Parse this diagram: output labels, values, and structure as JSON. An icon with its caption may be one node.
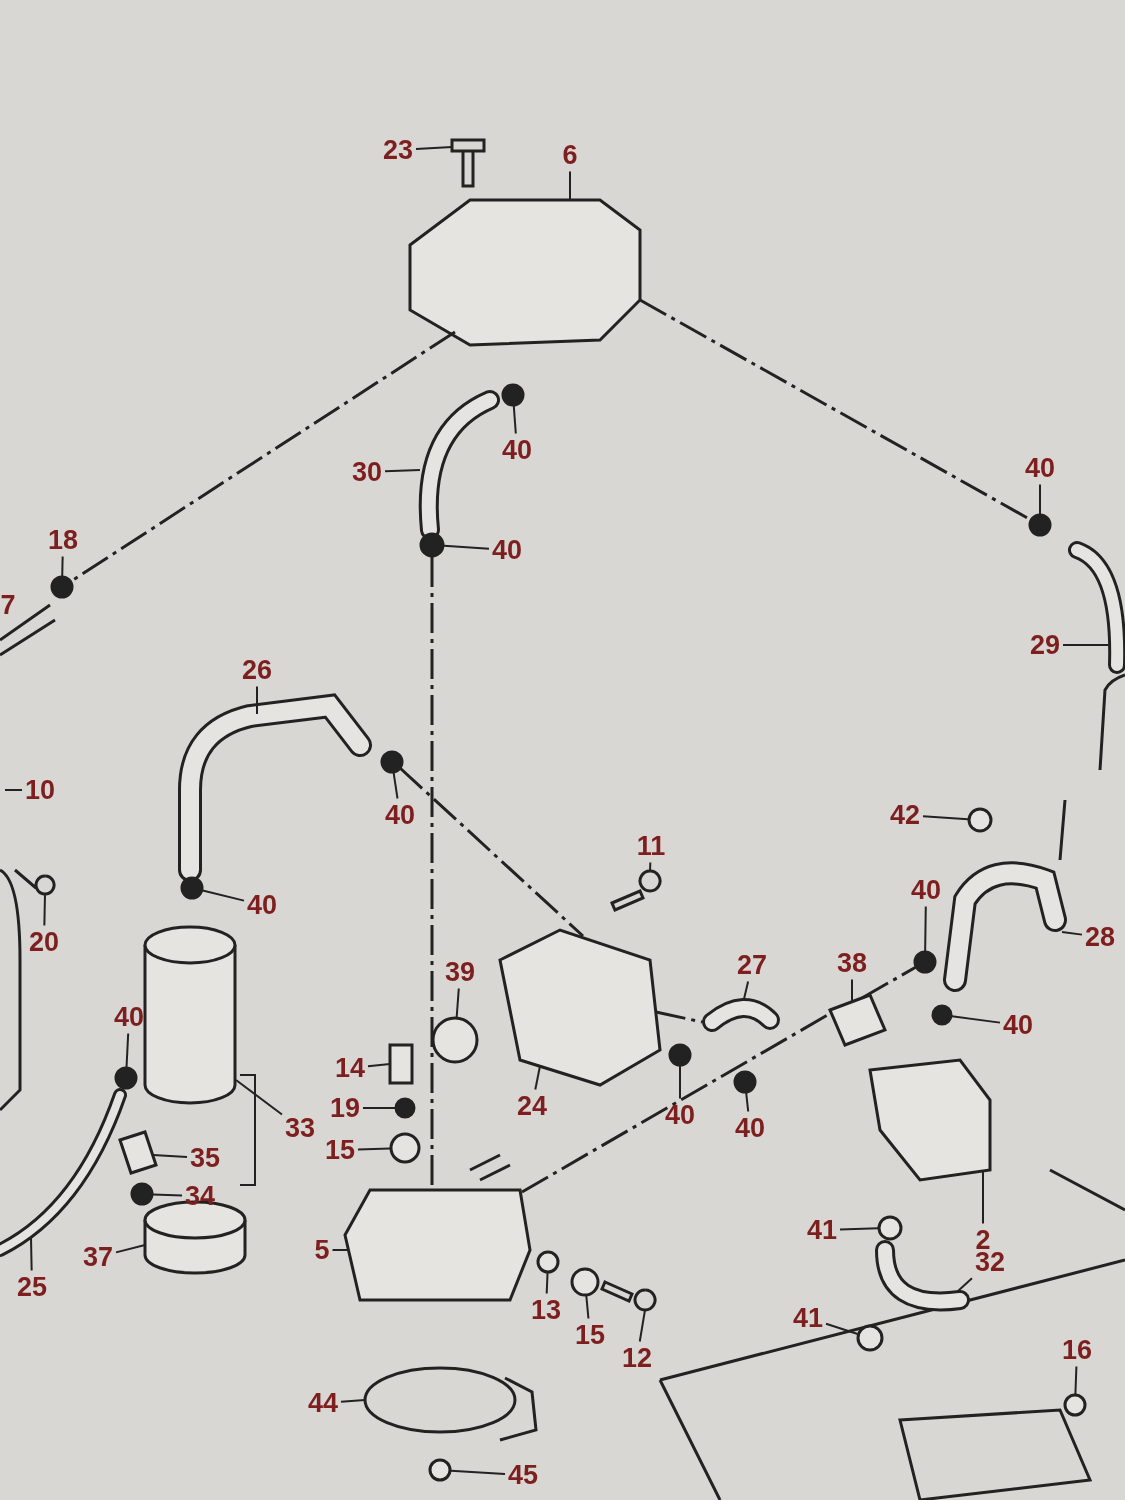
{
  "diagram": {
    "nodes": [
      {
        "text": [
          "23"
        ]
      },
      {
        "text": [
          "6"
        ]
      },
      {
        "text": [
          "40"
        ]
      },
      {
        "text": [
          "30"
        ]
      },
      {
        "text": [
          "40"
        ]
      },
      {
        "text": [
          "40"
        ]
      },
      {
        "text": [
          "18"
        ]
      },
      {
        "text": [
          "7"
        ]
      },
      {
        "text": [
          "29"
        ]
      },
      {
        "text": [
          "26"
        ]
      },
      {
        "text": [
          "10"
        ]
      },
      {
        "text": [
          "40"
        ]
      },
      {
        "text": [
          "42"
        ]
      },
      {
        "text": [
          "11"
        ]
      },
      {
        "text": [
          "40"
        ]
      },
      {
        "text": [
          "20"
        ]
      },
      {
        "text": [
          "40"
        ]
      },
      {
        "text": [
          "28"
        ]
      },
      {
        "text": [
          "39"
        ]
      },
      {
        "text": [
          "27"
        ]
      },
      {
        "text": [
          "38"
        ]
      },
      {
        "text": [
          "40"
        ]
      },
      {
        "text": [
          "40"
        ]
      },
      {
        "text": [
          "14"
        ]
      },
      {
        "text": [
          "24"
        ]
      },
      {
        "text": [
          "40"
        ]
      },
      {
        "text": [
          "40"
        ]
      },
      {
        "text": [
          "19"
        ]
      },
      {
        "text": [
          "33"
        ]
      },
      {
        "text": [
          "15"
        ]
      },
      {
        "text": [
          "35"
        ]
      },
      {
        "text": [
          "34"
        ]
      },
      {
        "text": [
          "37"
        ]
      },
      {
        "text": [
          "25"
        ]
      },
      {
        "text": [
          "5"
        ]
      },
      {
        "text": [
          "41"
        ]
      },
      {
        "text": [
          "2"
        ]
      },
      {
        "text": [
          "32"
        ]
      },
      {
        "text": [
          "13"
        ]
      },
      {
        "text": [
          "15"
        ]
      },
      {
        "text": [
          "12"
        ]
      },
      {
        "text": [
          "41"
        ]
      },
      {
        "text": [
          "16"
        ]
      },
      {
        "text": [
          "44"
        ]
      },
      {
        "text": [
          "45"
        ]
      },
      {
        "text": [],
        "shape": "picture"
      },
      {
        "text": [],
        "shape": "box"
      },
      {
        "text": [],
        "shape": "circle"
      },
      {
        "text": [],
        "shape": "picture"
      },
      {
        "text": [],
        "shape": "circle"
      },
      {
        "text": [],
        "shape": "circle"
      },
      {
        "text": [],
        "shape": "circle"
      },
      {
        "text": [],
        "shape": "picture"
      },
      {
        "text": [],
        "shape": "picture"
      },
      {
        "text": [],
        "shape": "circle"
      },
      {
        "text": [],
        "shape": "circle"
      },
      {
        "text": [],
        "shape": "picture"
      },
      {
        "text": [],
        "shape": "circle"
      },
      {
        "text": [],
        "shape": "picture"
      },
      {
        "text": [],
        "shape": "circle"
      },
      {
        "text": [],
        "shape": "picture"
      },
      {
        "text": [],
        "shape": "circle"
      },
      {
        "text": [],
        "shape": "picture"
      },
      {
        "text": [],
        "shape": "box"
      },
      {
        "text": [],
        "shape": "circle"
      },
      {
        "text": [],
        "shape": "circle"
      },
      {
        "text": [],
        "shape": "box"
      },
      {
        "text": [],
        "shape": "box"
      },
      {
        "text": [],
        "shape": "circle"
      },
      {
        "text": [],
        "shape": "circle"
      },
      {
        "text": [],
        "shape": "circle"
      },
      {
        "text": [],
        "shape": "cylinder"
      },
      {
        "text": [],
        "shape": "circle"
      },
      {
        "text": [],
        "shape": "box"
      },
      {
        "text": [],
        "shape": "circle"
      },
      {
        "text": [],
        "shape": "cylinder"
      },
      {
        "text": [],
        "shape": "picture"
      },
      {
        "text": [],
        "shape": "box"
      },
      {
        "text": [],
        "shape": "circle"
      },
      {
        "text": [],
        "shape": "box"
      },
      {
        "text": [],
        "shape": "picture"
      },
      {
        "text": [],
        "shape": "circle"
      },
      {
        "text": [],
        "shape": "circle"
      },
      {
        "text": [],
        "shape": "picture"
      },
      {
        "text": [],
        "shape": "circle"
      },
      {
        "text": [],
        "shape": "circle"
      },
      {
        "text": [],
        "shape": "picture"
      },
      {
        "text": [],
        "shape": "circle"
      }
    ],
    "edges": [
      {
        "from": 0,
        "to": 45,
        "arrow": "none"
      },
      {
        "from": 1,
        "to": 46,
        "arrow": "none"
      },
      {
        "from": 2,
        "to": 47,
        "arrow": "none"
      },
      {
        "from": 3,
        "to": 48,
        "arrow": "none"
      },
      {
        "from": 4,
        "to": 49,
        "arrow": "none"
      },
      {
        "from": 5,
        "to": 50,
        "arrow": "none"
      },
      {
        "from": 6,
        "to": 51,
        "arrow": "none"
      },
      {
        "from": 8,
        "to": 52,
        "arrow": "none"
      },
      {
        "from": 9,
        "to": 53,
        "arrow": "none"
      },
      {
        "from": 10,
        "to": null,
        "arrow": "none"
      },
      {
        "from": 11,
        "to": 54,
        "arrow": "none"
      },
      {
        "from": 12,
        "to": 55,
        "arrow": "none"
      },
      {
        "from": 13,
        "to": 56,
        "arrow": "none"
      },
      {
        "from": 14,
        "to": 57,
        "arrow": "none"
      },
      {
        "from": 15,
        "to": 58,
        "arrow": "none"
      },
      {
        "from": 16,
        "to": 59,
        "arrow": "none"
      },
      {
        "from": 17,
        "to": 60,
        "arrow": "none"
      },
      {
        "from": 18,
        "to": 61,
        "arrow": "none"
      },
      {
        "from": 19,
        "to": 62,
        "arrow": "none"
      },
      {
        "from": 20,
        "to": 63,
        "arrow": "none"
      },
      {
        "from": 21,
        "to": 64,
        "arrow": "none"
      },
      {
        "from": 22,
        "to": 65,
        "arrow": "none"
      },
      {
        "from": 23,
        "to": 66,
        "arrow": "none"
      },
      {
        "from": 24,
        "to": 67,
        "arrow": "none"
      },
      {
        "from": 25,
        "to": 68,
        "arrow": "none"
      },
      {
        "from": 26,
        "to": 69,
        "arrow": "none"
      },
      {
        "from": 27,
        "to": 70,
        "arrow": "none"
      },
      {
        "from": 28,
        "to": 71,
        "arrow": "none"
      },
      {
        "from": 29,
        "to": 72,
        "arrow": "none"
      },
      {
        "from": 30,
        "to": 73,
        "arrow": "none"
      },
      {
        "from": 31,
        "to": 74,
        "arrow": "none"
      },
      {
        "from": 32,
        "to": 75,
        "arrow": "none"
      },
      {
        "from": 33,
        "to": 76,
        "arrow": "none"
      },
      {
        "from": 34,
        "to": 77,
        "arrow": "none"
      },
      {
        "from": 35,
        "to": 78,
        "arrow": "none"
      },
      {
        "from": 36,
        "to": 79,
        "arrow": "none"
      },
      {
        "from": 37,
        "to": 80,
        "arrow": "none"
      },
      {
        "from": 38,
        "to": 81,
        "arrow": "none"
      },
      {
        "from": 39,
        "to": 82,
        "arrow": "none"
      },
      {
        "from": 40,
        "to": 83,
        "arrow": "none"
      },
      {
        "from": 41,
        "to": 84,
        "arrow": "none"
      },
      {
        "from": 42,
        "to": 85,
        "arrow": "none"
      },
      {
        "from": 43,
        "to": 86,
        "arrow": "none"
      },
      {
        "from": 44,
        "to": 87,
        "arrow": "none"
      },
      {
        "from": 46,
        "to": 51,
        "arrow": "none",
        "style": "dashed"
      },
      {
        "from": 46,
        "to": 50,
        "arrow": "none",
        "style": "dashed"
      },
      {
        "from": 49,
        "to": 77,
        "arrow": "none",
        "style": "dashed"
      },
      {
        "from": 54,
        "to": 67,
        "arrow": "none",
        "style": "dashed"
      },
      {
        "from": 67,
        "to": 62,
        "arrow": "none",
        "style": "dashed"
      },
      {
        "from": 77,
        "to": 63,
        "arrow": "none",
        "style": "dashed"
      },
      {
        "from": 63,
        "to": 59,
        "arrow": "none",
        "style": "dashed"
      }
    ]
  }
}
